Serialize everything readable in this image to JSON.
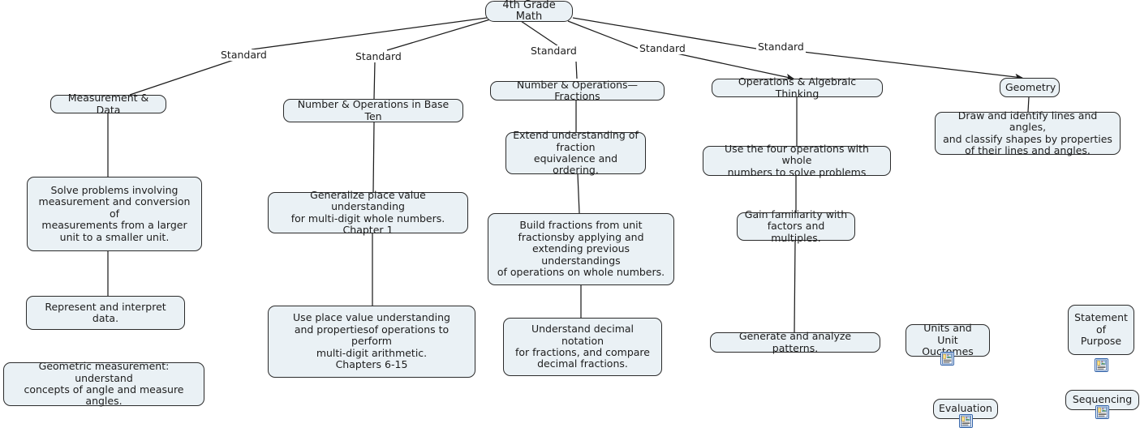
{
  "map": {
    "title": "4th Grade Math",
    "background": "#ffffff",
    "node_fill": "#eaf1f5",
    "node_border": "#2b2b2b",
    "link_color": "#1d1d1d",
    "text_color": "#1d1d1d"
  },
  "root": {
    "label": "4th Grade Math"
  },
  "link_labels": [
    {
      "text": "Standard"
    },
    {
      "text": "Standard"
    },
    {
      "text": "Standard"
    },
    {
      "text": "Standard"
    },
    {
      "text": "Standard"
    }
  ],
  "branches": [
    {
      "name": "measurement-and-data",
      "heading": "Measurement & Data",
      "children": [
        "Solve problems involving\nmeasurement and conversion of\nmeasurements from a larger\nunit to a smaller unit.",
        "Represent and interpret data.",
        "Geometric measurement: understand\nconcepts of angle and measure angles."
      ]
    },
    {
      "name": "number-and-operations-base-ten",
      "heading": "Number & Operations in Base Ten",
      "children": [
        "Generalize place value understanding\nfor multi-digit whole numbers.\nChapter 1",
        "Use place value understanding\nand propertiesof operations to perform\nmulti-digit arithmetic.\nChapters 6-15"
      ]
    },
    {
      "name": "number-and-operations-fractions",
      "heading": "Number & Operations—Fractions",
      "children": [
        "Extend understanding of\nfraction\nequivalence and ordering.",
        "Build fractions from unit\nfractionsby applying and\nextending previous understandings\nof operations on whole numbers.",
        "Understand decimal notation\nfor fractions, and compare\ndecimal fractions."
      ]
    },
    {
      "name": "operations-and-algebraic-thinking",
      "heading": "Operations & Algebraic Thinking",
      "children": [
        "Use the four operations with whole\nnumbers to solve problems",
        "Gain familiarity with\nfactors and multiples.",
        "Generate and analyze patterns."
      ]
    },
    {
      "name": "geometry",
      "heading": "Geometry",
      "children": [
        "Draw and identify lines and angles,\nand classify shapes by properties\nof their lines and angles."
      ]
    }
  ],
  "resource_nodes": [
    {
      "name": "units-and-unit-outcomes",
      "label": "Units and\nUnit Ouctomes",
      "icon": "resource-document-icon"
    },
    {
      "name": "evaluation",
      "label": "Evaluation",
      "icon": "resource-document-icon"
    },
    {
      "name": "statement-of-purpose",
      "label": "Statement\nof\nPurpose",
      "icon": "resource-document-icon"
    },
    {
      "name": "sequencing",
      "label": "Sequencing",
      "icon": "resource-document-icon"
    }
  ]
}
